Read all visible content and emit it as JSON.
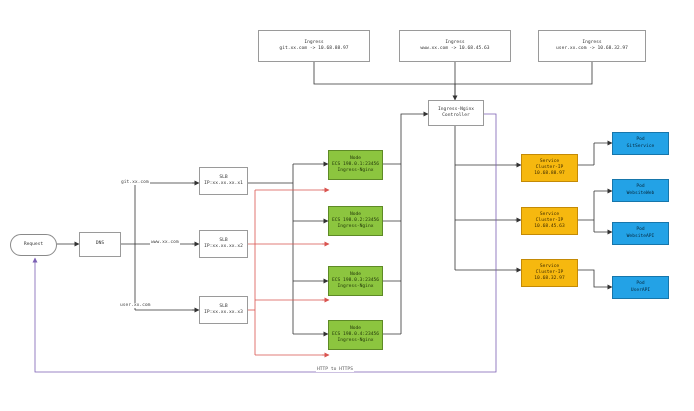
{
  "ingress_rules": [
    {
      "title": "Ingress",
      "rule": "git.xx.com -> 10.68.88.97"
    },
    {
      "title": "Ingress",
      "rule": "www.xx.com -> 10.68.45.63"
    },
    {
      "title": "Ingress",
      "rule": "user.xx.com -> 10.68.32.97"
    }
  ],
  "controller": {
    "line1": "Ingress-Nginx",
    "line2": "Controller"
  },
  "request": {
    "label": "Request"
  },
  "dns": {
    "label": "DNS"
  },
  "domains": {
    "git": "git.xx.com",
    "www": "www.xx.com",
    "user": "user.xx.com"
  },
  "slbs": [
    {
      "line1": "SLB",
      "line2": "IP:xx.xx.xx.x1"
    },
    {
      "line1": "SLB",
      "line2": "IP:xx.xx.xx.x2"
    },
    {
      "line1": "SLB",
      "line2": "IP:xx.xx.xx.x3"
    }
  ],
  "nodes": [
    {
      "line1": "Node",
      "line2": "ECS 198.0.1:23456",
      "line3": "Ingress-Nginx"
    },
    {
      "line1": "Node",
      "line2": "ECS 198.0.2:23456",
      "line3": "Ingress-Nginx"
    },
    {
      "line1": "Node",
      "line2": "ECS 198.0.3:23456",
      "line3": "Ingress-Nginx"
    },
    {
      "line1": "Node",
      "line2": "ECS 198.0.4:23456",
      "line3": "Ingress-Nginx"
    }
  ],
  "services": [
    {
      "line1": "Service",
      "line2": "Cluster-IP",
      "line3": "10.68.88.97"
    },
    {
      "line1": "Service",
      "line2": "Cluster-IP",
      "line3": "10.68.45.63"
    },
    {
      "line1": "Service",
      "line2": "Cluster-IP",
      "line3": "10.68.32.97"
    }
  ],
  "pods": [
    {
      "line1": "Pod",
      "line2": "GitService"
    },
    {
      "line1": "Pod",
      "line2": "WebsiteWeb"
    },
    {
      "line1": "Pod",
      "line2": "WebsiteAPI"
    },
    {
      "line1": "Pod",
      "line2": "UserAPI"
    }
  ],
  "response_label": "HTTP to HTTPS",
  "colors": {
    "line": "#333333",
    "red": "#d9534f",
    "purple": "#7b5fb4",
    "node": "#8cc53f",
    "service": "#f6b80f",
    "pod": "#23a2e6"
  }
}
